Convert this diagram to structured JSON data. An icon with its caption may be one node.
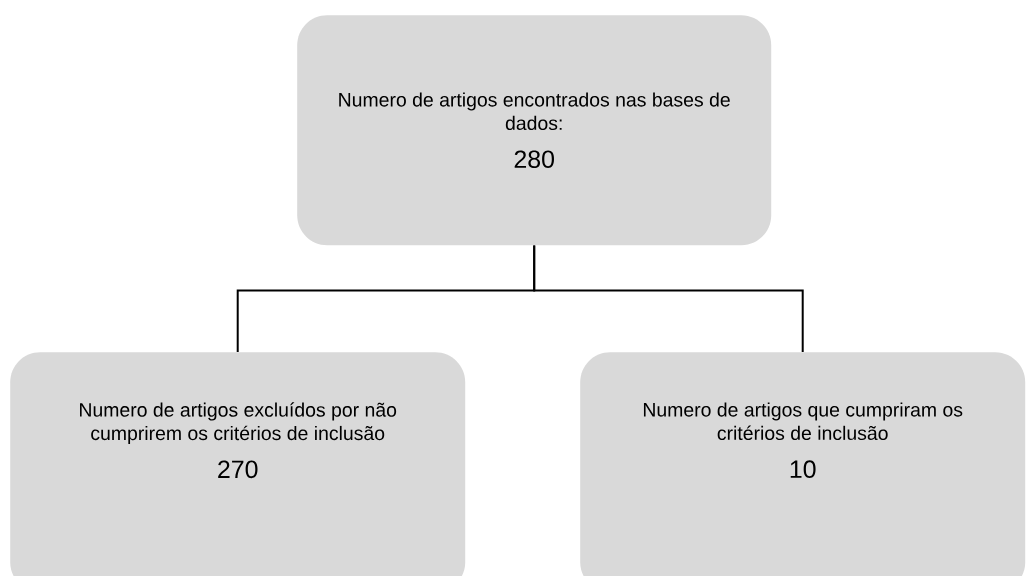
{
  "diagram": {
    "nodes": [
      {
        "text": [
          "Numero de artigos encontrados nas bases de dados:",
          "280"
        ]
      },
      {
        "text": [
          "Numero de artigos excluídos por não cumprirem os critérios de inclusão",
          "270"
        ]
      },
      {
        "text": [
          "Numero de artigos que cumpriram os critérios de inclusão",
          "10"
        ]
      }
    ],
    "edges": [
      {
        "from": 0,
        "to": 1,
        "arrow": "none"
      },
      {
        "from": 0,
        "to": 2,
        "arrow": "none"
      }
    ]
  }
}
